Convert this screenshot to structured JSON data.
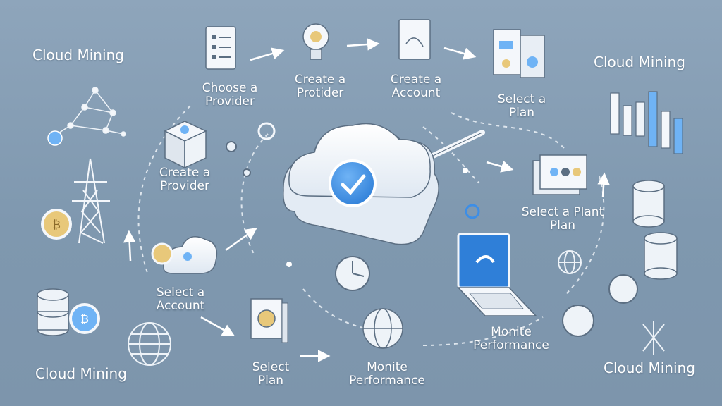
{
  "corner_labels": {
    "top_left": "Cloud Mining",
    "top_right": "Cloud Mining",
    "bottom_left": "Cloud Mining",
    "bottom_right": "Cloud Mining"
  },
  "steps": {
    "choose_provider": [
      "Choose a",
      "Provider"
    ],
    "create_protider": [
      "Create a",
      "Protider"
    ],
    "create_account": [
      "Create a",
      "Account"
    ],
    "select_plan_top": [
      "Select a",
      "Plan"
    ],
    "create_provider_left": [
      "Create a",
      "Provider"
    ],
    "select_plant_plan": [
      "Select a Plant",
      "Plan"
    ],
    "select_account": [
      "Select a",
      "Account"
    ],
    "select_plan_bottom": [
      "Select",
      "Plan"
    ],
    "monitor_bottom": [
      "Monite",
      "Performance"
    ],
    "monitor_right": [
      "Monite",
      "Performance"
    ]
  },
  "colors": {
    "background": "#8ea5bb",
    "accent_blue": "#3d8ee6",
    "icon_white": "#f4f7fb",
    "outline": "#5b6e82"
  },
  "icons": [
    "cloud-check-icon",
    "checklist-icon",
    "lightbulb-icon",
    "document-icon",
    "brochure-icon",
    "bar-chart-icon",
    "server-stack-icon",
    "coin-icon",
    "power-tower-icon",
    "network-icon",
    "box-icon",
    "globe-icon",
    "laptop-icon",
    "clock-icon",
    "pen-icon",
    "card-icon"
  ]
}
